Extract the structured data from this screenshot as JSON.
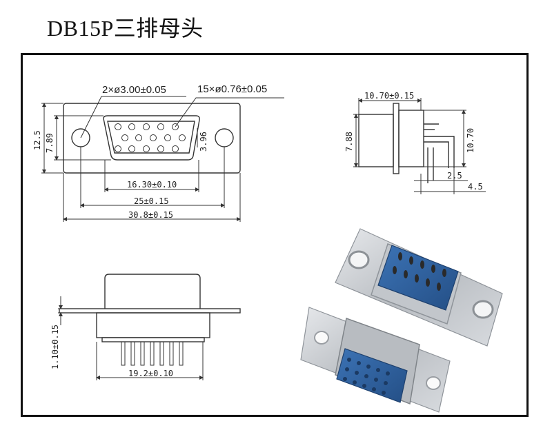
{
  "title": "DB15P三排母头",
  "front_view": {
    "mount_holes_note": "2×ø3.00±0.05",
    "pins_note": "15×ø0.76±0.05",
    "height_outer": "12.5",
    "height_inner": "7.89",
    "shell_height": "3.96",
    "width_shell": "16.30±0.10",
    "width_holes": "25±0.15",
    "width_total": "30.8±0.15"
  },
  "side_view": {
    "depth": "10.70±0.15",
    "height_left": "7.88",
    "height_right": "10.70",
    "pin_offset_1": "2.5",
    "pin_offset_2": "4.5"
  },
  "bottom_view": {
    "flange_thickness": "1.10±0.15",
    "pin_span": "19.2±0.10"
  },
  "colors": {
    "insulator": "#2f5f9e",
    "metal": "#c9ccd0",
    "frame": "#111111"
  }
}
